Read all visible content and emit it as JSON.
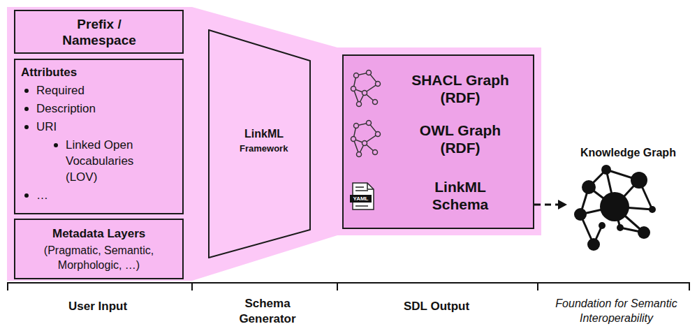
{
  "diagram": {
    "nodes": [
      {
        "text": [
          "Prefix / Namespace"
        ]
      },
      {
        "text": [
          "Attributes",
          "Required",
          "Description",
          "URI",
          "Linked Open Vocabularies (LOV)",
          "…"
        ]
      },
      {
        "text": [
          "Metadata Layers",
          "(Pragmatic, Semantic, Morphologic, …)"
        ]
      },
      {
        "text": [
          "LinkML",
          "Framework"
        ]
      },
      {
        "text": [
          "SHACL Graph (RDF)",
          "OWL Graph (RDF)",
          "LinkML Schema"
        ]
      },
      {
        "text": [
          "Knowledge Graph"
        ]
      }
    ],
    "edges": [
      {
        "from": 4,
        "to": 5,
        "arrow": "to"
      }
    ],
    "labels": [
      "YAML",
      "User Input",
      "Schema Generator",
      "SDL Output",
      "Foundation for Semantic Interoperability"
    ]
  }
}
